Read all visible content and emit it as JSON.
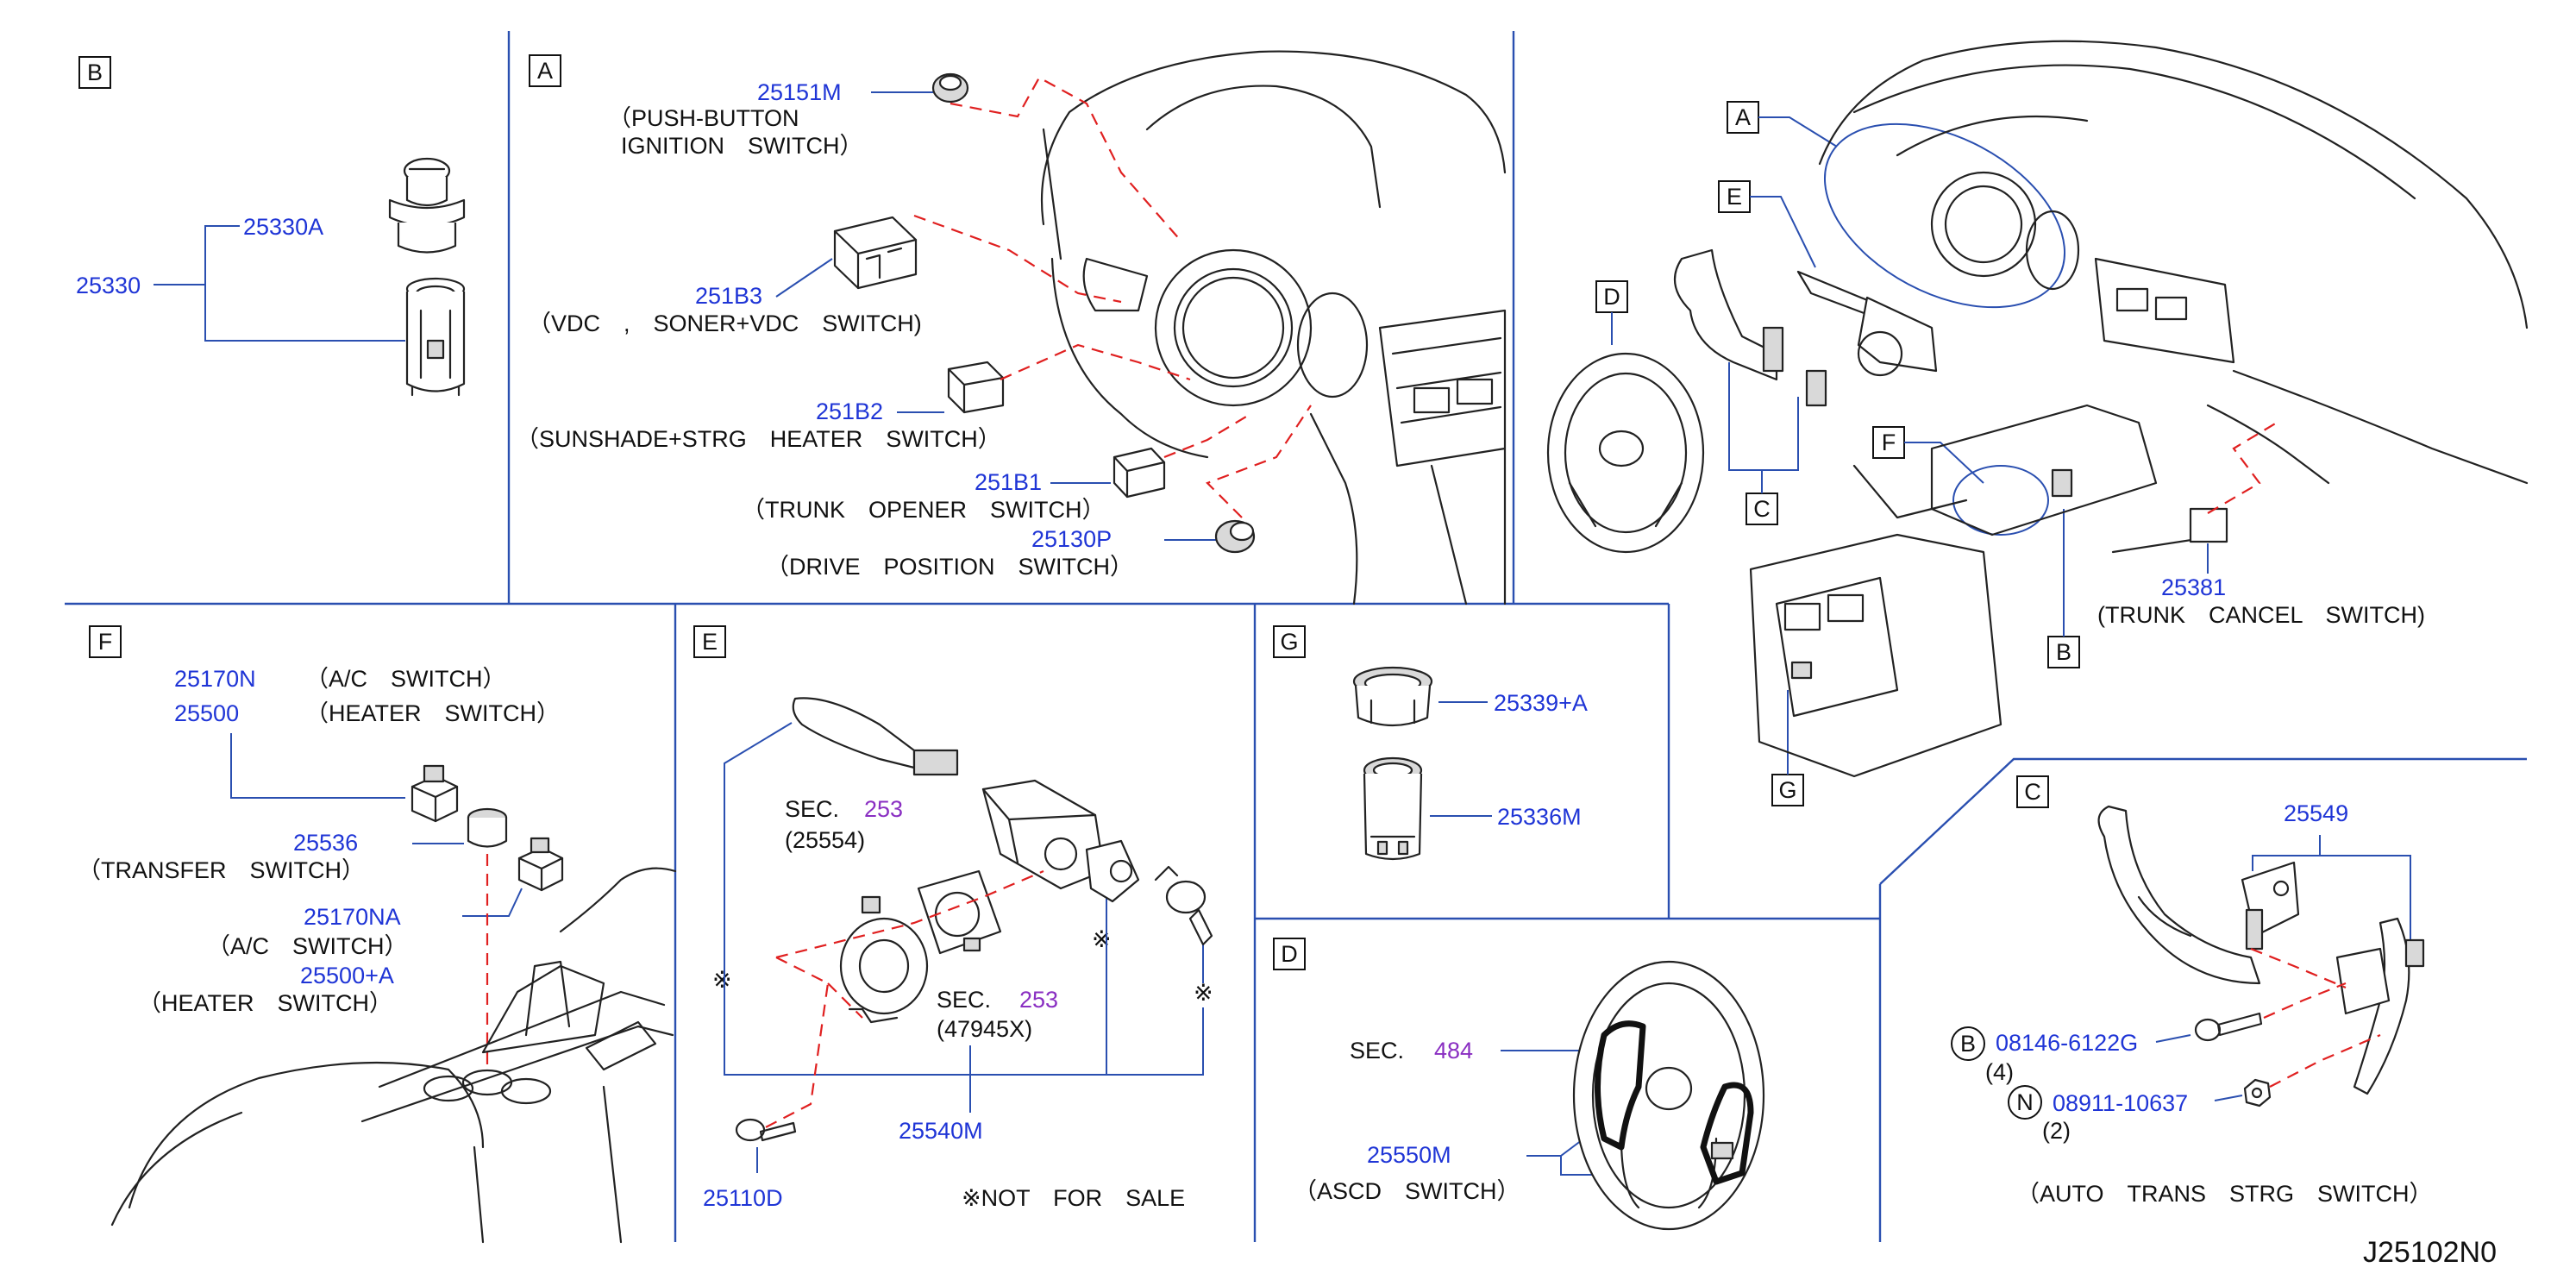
{
  "drawing_code": "J25102N0",
  "sections": {
    "B": {
      "label": "B",
      "parts": {
        "assembly": "25330",
        "sub": "25330A"
      }
    },
    "A": {
      "label": "A",
      "parts": [
        {
          "pn": "25151M",
          "desc_line1": "（PUSH-BUTTON",
          "desc_line2": "IGNITION　SWITCH）"
        },
        {
          "pn": "251B3",
          "desc": "（VDC　,　SONER+VDC　SWITCH)"
        },
        {
          "pn": "251B2",
          "desc": "（SUNSHADE+STRG　HEATER　SWITCH）"
        },
        {
          "pn": "251B1",
          "desc": "（TRUNK　OPENER　SWITCH）"
        },
        {
          "pn": "25130P",
          "desc": "（DRIVE　POSITION　SWITCH）"
        }
      ]
    },
    "overview": {
      "labels": [
        "A",
        "E",
        "D",
        "F",
        "C",
        "B",
        "G"
      ],
      "pn": "25381",
      "desc": "(TRUNK　CANCEL　SWITCH)"
    },
    "F": {
      "label": "F",
      "rows": [
        {
          "pn": "25170N",
          "desc": "（A/C　SWITCH）"
        },
        {
          "pn": "25500",
          "desc": "（HEATER　SWITCH）"
        }
      ],
      "pn_25536": "25536",
      "desc_transfer": "（TRANSFER　SWITCH）",
      "pn_25170NA": "25170NA",
      "desc_ac": "（A/C　SWITCH）",
      "pn_25500A": "25500+A",
      "desc_heater": "（HEATER　SWITCH）"
    },
    "E": {
      "label": "E",
      "sec1_prefix": "SEC.",
      "sec1_num": "253",
      "sec1_ref": "(25554)",
      "sec2_prefix": "SEC.",
      "sec2_num": "253",
      "sec2_ref": "(47945X)",
      "pn_assy": "25540M",
      "pn_screw": "25110D",
      "mark": "※",
      "note": "※NOT　FOR　SALE"
    },
    "G": {
      "label": "G",
      "parts": [
        {
          "pn": "25339+A"
        },
        {
          "pn": "25336M"
        }
      ]
    },
    "D": {
      "label": "D",
      "sec_prefix": "SEC.",
      "sec_num": "484",
      "pn": "25550M",
      "desc": "（ASCD　SWITCH）"
    },
    "C": {
      "label": "C",
      "pn": "25549",
      "bolt_mark": "B",
      "bolt_pn": "08146-6122G",
      "bolt_qty": "(4)",
      "nut_mark": "N",
      "nut_pn": "08911-10637",
      "nut_qty": "(2)",
      "desc": "（AUTO　TRANS　STRG　SWITCH）"
    }
  }
}
